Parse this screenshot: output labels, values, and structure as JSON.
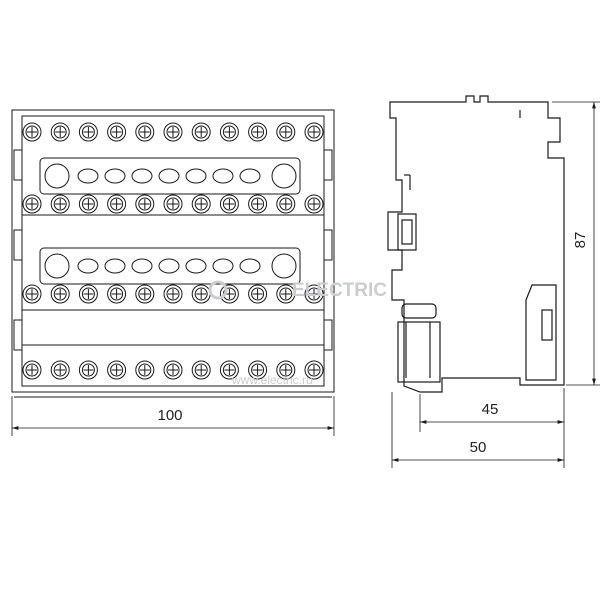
{
  "dimensions": {
    "width_front": "100",
    "depth_base": "45",
    "depth_total": "50",
    "height": "87"
  },
  "watermark": {
    "brand": "ELECTRIC",
    "url": "www.electric.ru"
  },
  "colors": {
    "line": "#1a1a1a",
    "watermark": "#c9cdd2"
  }
}
